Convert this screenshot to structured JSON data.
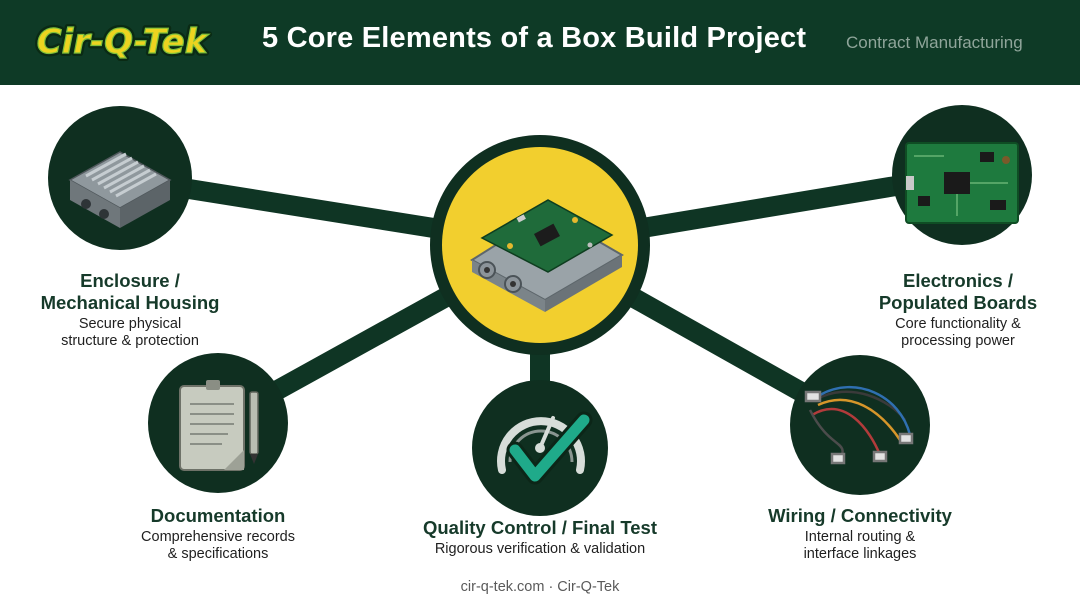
{
  "header": {
    "logo_text": "Cir-Q-Tek",
    "title": "5 Core Elements of a Box Build Project",
    "subtitle": "Contract Manufacturing"
  },
  "center_icon": "box-build-assembly-icon",
  "elements": [
    {
      "id": "enclosure",
      "icon": "metal-enclosure-icon",
      "heading_line1": "Enclosure /",
      "heading_line2": "Mechanical Housing",
      "desc_line1": "Secure physical",
      "desc_line2": "structure & protection"
    },
    {
      "id": "electronics",
      "icon": "circuit-board-icon",
      "heading_line1": "Electronics /",
      "heading_line2": "Populated Boards",
      "desc_line1": "Core functionality &",
      "desc_line2": "processing power"
    },
    {
      "id": "documentation",
      "icon": "clipboard-pen-icon",
      "heading_line1": "Documentation",
      "desc_line1": "Comprehensive records",
      "desc_line2": "& specifications"
    },
    {
      "id": "quality",
      "icon": "gauge-checkmark-icon",
      "heading_line1": "Quality Control / Final Test",
      "desc_line1": "Rigorous verification & validation"
    },
    {
      "id": "wiring",
      "icon": "wire-harness-icon",
      "heading_line1": "Wiring / Connectivity",
      "desc_line1": "Internal routing &",
      "desc_line2": "interface linkages"
    }
  ],
  "footer": {
    "text": "cir-q-tek.com · Cir-Q-Tek"
  },
  "colors": {
    "header_bg": "#0e3a26",
    "node_bg": "#0f2f20",
    "hub_fill": "#f2cf2e",
    "accent_teal": "#1faa8a",
    "logo_yellow": "#ecd420"
  }
}
